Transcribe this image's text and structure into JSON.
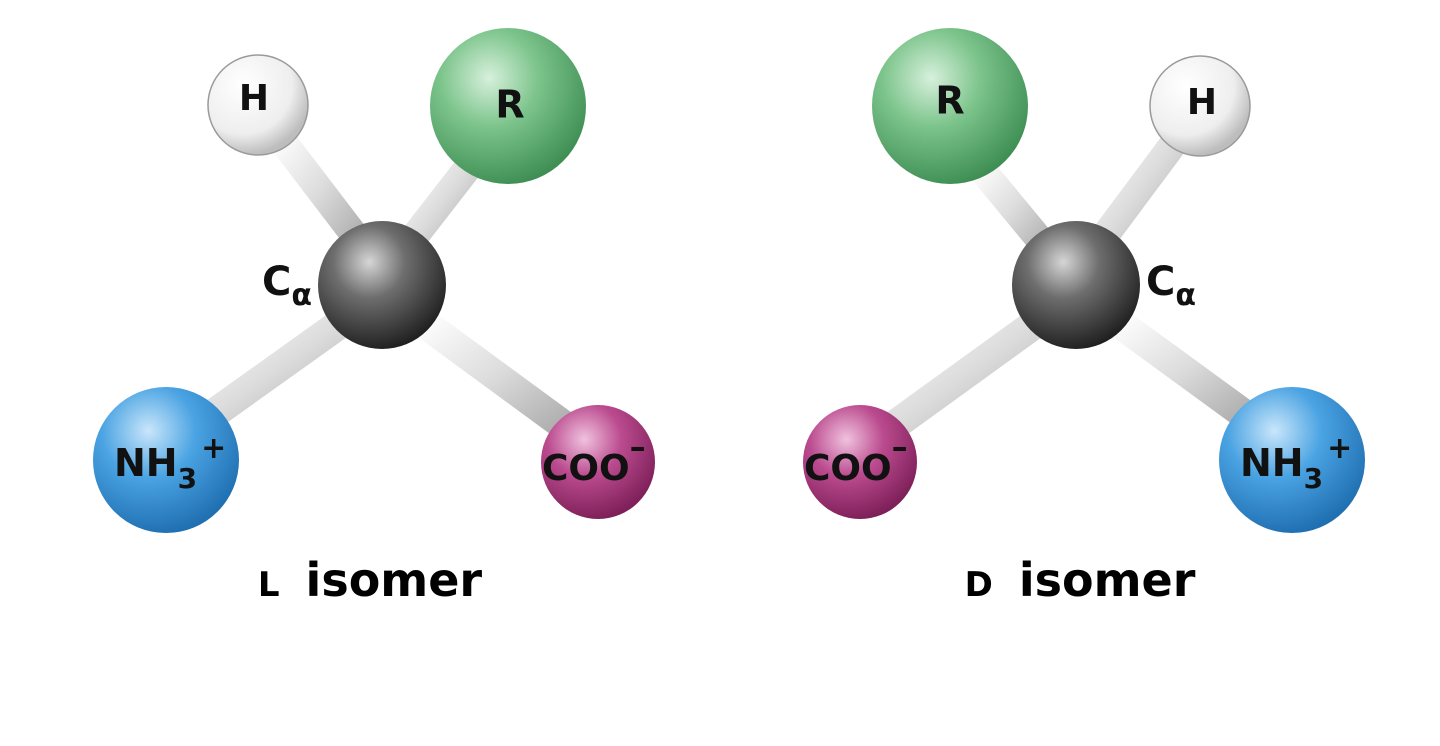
{
  "colors": {
    "hydrogen": "#f2f2f2",
    "r_group": "#5fb071",
    "carbon": "#4a4a4a",
    "amino": "#3b95d6",
    "carboxyl": "#b23f86",
    "bond": "#d8d8d8"
  },
  "isomers": [
    {
      "id": "l",
      "caption_prefix": "L",
      "caption_word": "isomer",
      "alpha_carbon": {
        "letter": "C",
        "subscript": "α"
      },
      "groups": {
        "h": {
          "text": "H"
        },
        "r": {
          "text": "R"
        },
        "nh3": {
          "text": "NH",
          "sub": "3",
          "sup": "+"
        },
        "coo": {
          "text": "COO",
          "sup": "–"
        }
      }
    },
    {
      "id": "d",
      "caption_prefix": "D",
      "caption_word": "isomer",
      "alpha_carbon": {
        "letter": "C",
        "subscript": "α"
      },
      "groups": {
        "h": {
          "text": "H"
        },
        "r": {
          "text": "R"
        },
        "nh3": {
          "text": "NH",
          "sub": "3",
          "sup": "+"
        },
        "coo": {
          "text": "COO",
          "sup": "–"
        }
      }
    }
  ]
}
